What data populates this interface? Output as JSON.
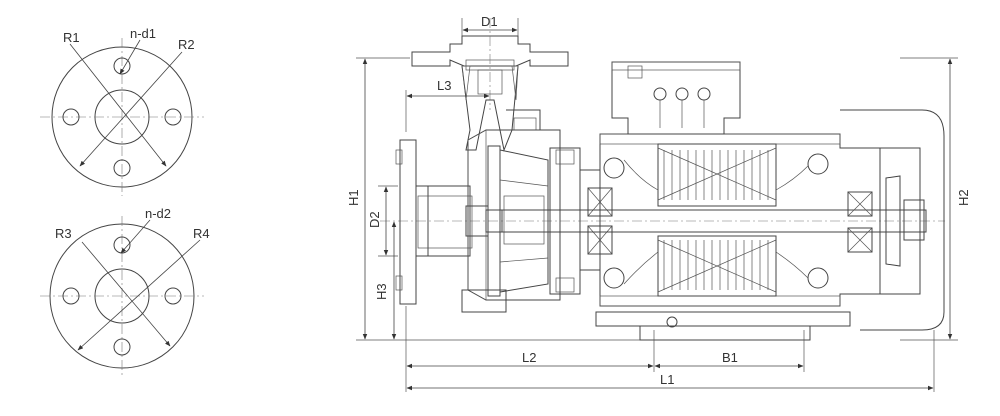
{
  "labels": {
    "flange1": {
      "r1": "R1",
      "r2": "R2",
      "holes": "n-d1"
    },
    "flange2": {
      "r3": "R3",
      "r4": "R4",
      "holes": "n-d2"
    },
    "dims": {
      "d1": "D1",
      "d2": "D2",
      "l1": "L1",
      "l2": "L2",
      "l3": "L3",
      "b1": "B1",
      "h1": "H1",
      "h2": "H2",
      "h3": "H3"
    }
  },
  "colors": {
    "line": "#444444",
    "background": "#ffffff"
  }
}
